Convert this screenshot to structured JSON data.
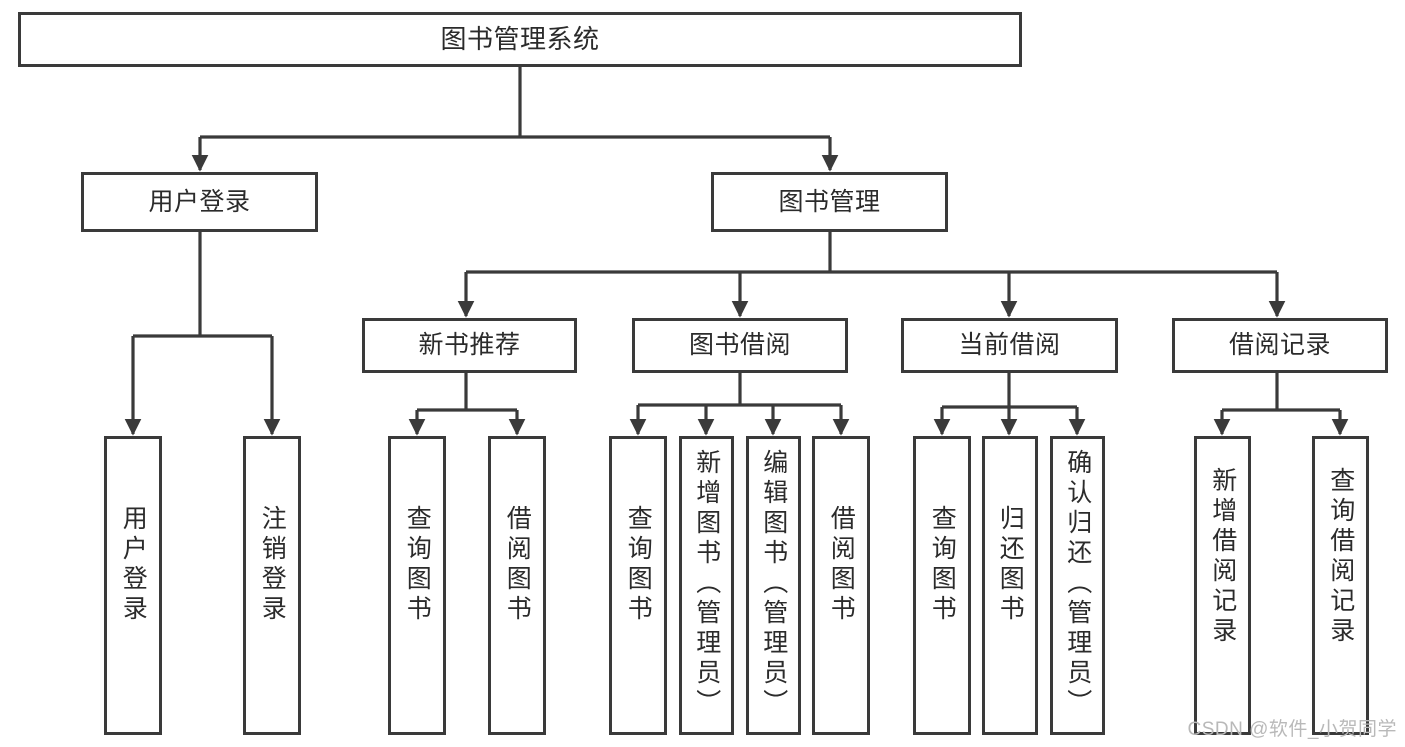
{
  "diagram": {
    "title": "图书管理系统",
    "type": "tree-hierarchy",
    "watermark": "CSDN @软件_小贺同学",
    "colors": {
      "stroke": "#3a3a3a",
      "fill": "#ffffff",
      "text": "#2b2b2b",
      "watermark": "#b9b9b9"
    },
    "root": {
      "label": "图书管理系统"
    },
    "level2": [
      {
        "label": "用户登录"
      },
      {
        "label": "图书管理"
      }
    ],
    "level3": [
      {
        "label": "新书推荐"
      },
      {
        "label": "图书借阅"
      },
      {
        "label": "当前借阅"
      },
      {
        "label": "借阅记录"
      }
    ],
    "leaves": {
      "user_login": [
        {
          "label": "用户登录"
        },
        {
          "label": "注销登录"
        }
      ],
      "new_book_recommend": [
        {
          "label": "查询图书"
        },
        {
          "label": "借阅图书"
        }
      ],
      "book_borrow": [
        {
          "label": "查询图书"
        },
        {
          "label": "新增图书（管理员）"
        },
        {
          "label": "编辑图书（管理员）"
        },
        {
          "label": "借阅图书"
        }
      ],
      "current_borrow": [
        {
          "label": "查询图书"
        },
        {
          "label": "归还图书"
        },
        {
          "label": "确认归还（管理员）"
        }
      ],
      "borrow_record": [
        {
          "label": "新增借阅记录"
        },
        {
          "label": "查询借阅记录"
        }
      ]
    }
  }
}
